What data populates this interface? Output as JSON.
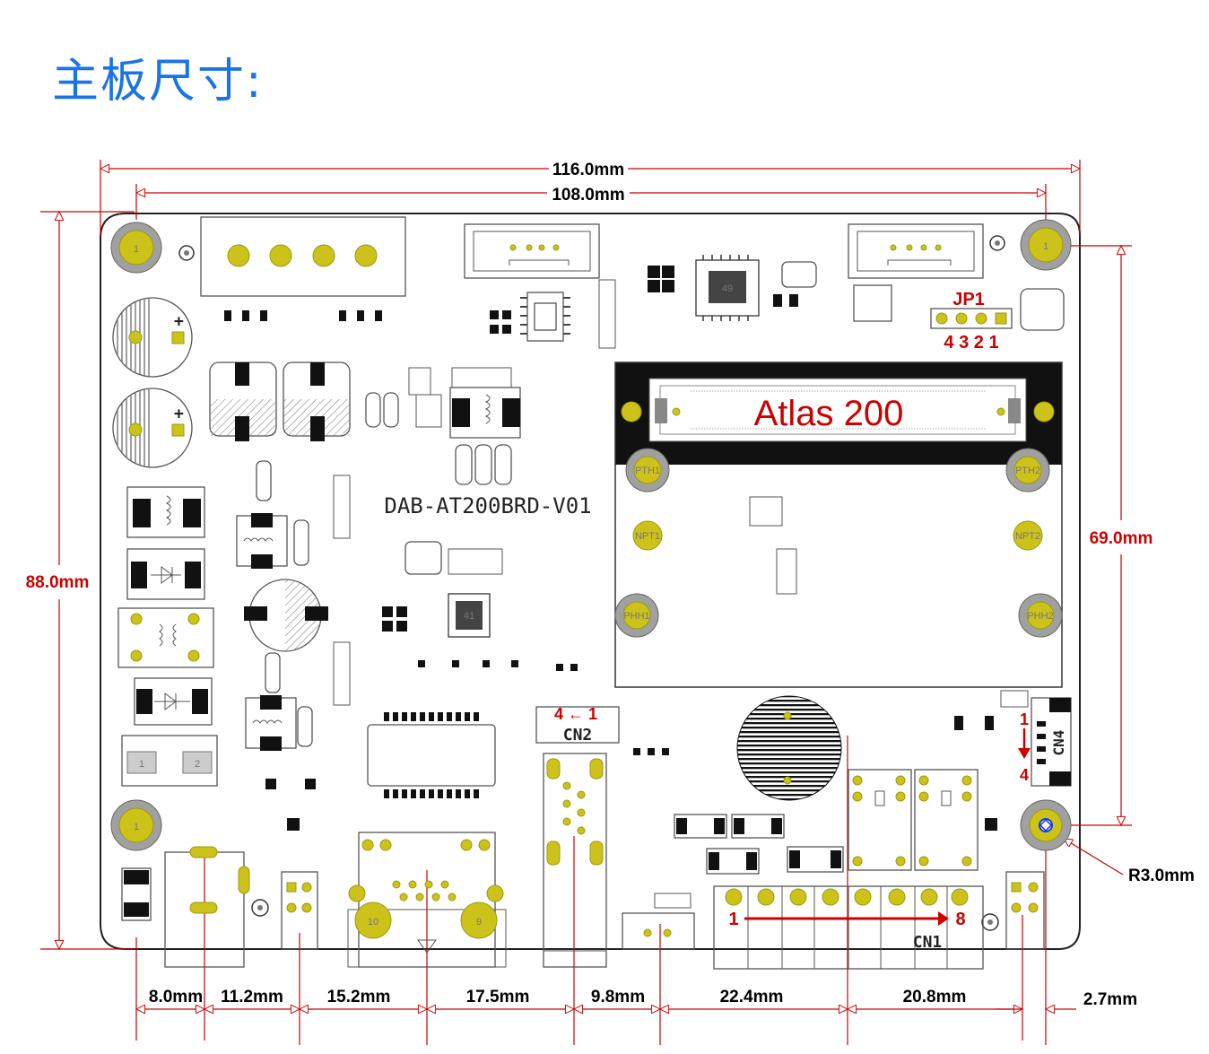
{
  "title": "主板尺寸:",
  "board": {
    "name": "DAB-AT200BRD-V01",
    "module_label": "Atlas 200",
    "jp1": {
      "label": "JP1",
      "pins": "4 3 2 1"
    },
    "cn1": {
      "label": "CN1",
      "start": "1",
      "end": "8"
    },
    "cn2": {
      "label": "CN2",
      "pins": "4 ← 1"
    },
    "cn4": {
      "label": "CN4",
      "start": "1",
      "end": "4"
    },
    "chip_labels": [
      "49",
      "41"
    ],
    "mount_hole_label": "1",
    "module_holes": [
      "PTH1",
      "PTH2",
      "NPT1",
      "NPT2",
      "PHH1",
      "PHH2"
    ],
    "terminal_pins": [
      "1",
      "2"
    ],
    "rj45_pins": [
      "10",
      "9"
    ],
    "polarity": "+"
  },
  "dimensions": {
    "overall_width": "116.0mm",
    "hole_span_width": "108.0mm",
    "overall_height": "88.0mm",
    "hole_span_height": "69.0mm",
    "hole_radius": "R3.0mm",
    "bottom": [
      "8.0mm",
      "11.2mm",
      "15.2mm",
      "17.5mm",
      "9.8mm",
      "22.4mm",
      "20.8mm",
      "2.7mm"
    ]
  },
  "colors": {
    "title": "#1a73e8",
    "dimension_line": "#cc0000",
    "pad": "#cdc21a",
    "module": "#111111"
  }
}
